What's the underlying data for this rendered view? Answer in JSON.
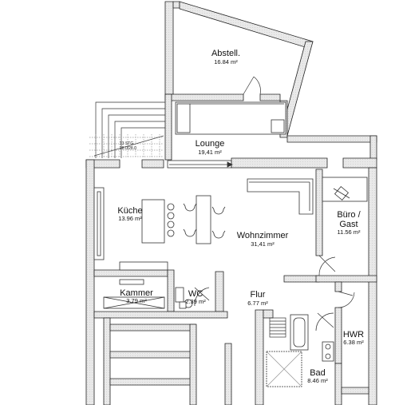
{
  "rooms": {
    "abstell": {
      "name": "Abstell.",
      "area": "16.84 m²"
    },
    "lounge": {
      "name": "Lounge",
      "area": "19,41 m²"
    },
    "kueche": {
      "name": "Küche",
      "area": "13.96 m²"
    },
    "wohnzimmer": {
      "name": "Wohnzimmer",
      "area": "31,41 m²"
    },
    "buero": {
      "name": "Büro /",
      "name2": "Gast",
      "area": "11.56 m²"
    },
    "kammer": {
      "name": "Kammer",
      "area": "3.79 m²"
    },
    "wc": {
      "name": "WC",
      "area": "2.39 m²"
    },
    "flur": {
      "name": "Flur",
      "area": "6.77 m²"
    },
    "hwr": {
      "name": "HWR",
      "area": "6.38 m²"
    },
    "bad": {
      "name": "Bad",
      "area": "8.46 m²"
    }
  },
  "stair_labels": {
    "line1": "13 STG",
    "line2": "18.0/28.0"
  }
}
